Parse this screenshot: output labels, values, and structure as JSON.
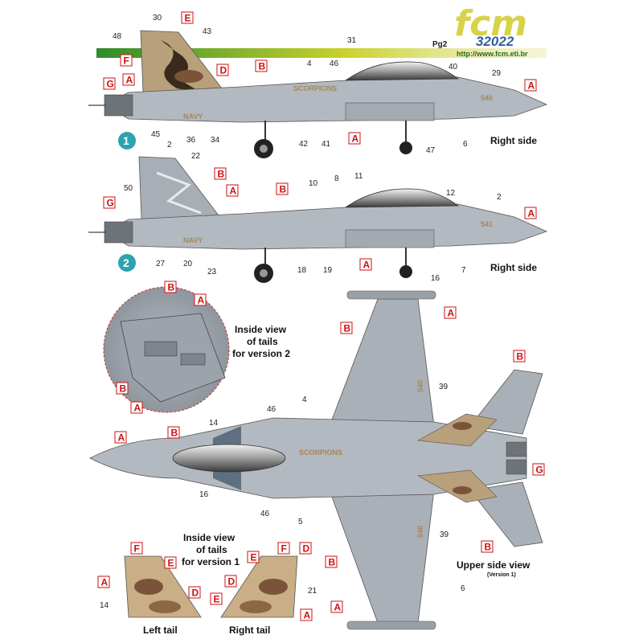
{
  "header": {
    "logo": "fcm",
    "product_code": "32022",
    "page": "Pg2",
    "url": "http://www.fcm.eti.br"
  },
  "profile1": {
    "badge": "1",
    "caption": "Right side",
    "tail_text": "",
    "squadron_text": "SCORPIONS",
    "navy_text": "NAVY",
    "modex": "540",
    "codes": [
      "E",
      "F",
      "D",
      "A",
      "B",
      "G",
      "A",
      "A"
    ],
    "nums": [
      "30",
      "48",
      "43",
      "31",
      "46",
      "4",
      "40",
      "29",
      "45",
      "36",
      "34",
      "42",
      "41",
      "47",
      "6"
    ]
  },
  "profile2": {
    "badge": "2",
    "caption": "Right side",
    "navy_text": "NAVY",
    "modex": "541",
    "codes": [
      "B",
      "A",
      "B",
      "G",
      "A",
      "A"
    ],
    "nums": [
      "2",
      "22",
      "50",
      "10",
      "8",
      "11",
      "12",
      "2",
      "27",
      "20",
      "23",
      "18",
      "19",
      "16",
      "7"
    ]
  },
  "inset_v2": {
    "caption_lines": [
      "Inside view",
      "of tails",
      "for version 2"
    ],
    "codes": [
      "B",
      "A",
      "B",
      "A"
    ]
  },
  "top_view": {
    "caption": "Upper side view",
    "subcaption": "(Version 1)",
    "modex_upper": "540",
    "modex_lower": "540",
    "squadron_text": "SCORPIONS",
    "codes": [
      "A",
      "B",
      "B",
      "A",
      "B",
      "G",
      "B",
      "B",
      "A"
    ],
    "nums": [
      "39",
      "14",
      "46",
      "4",
      "16",
      "46",
      "5",
      "39",
      "6"
    ]
  },
  "tails_v1": {
    "caption_lines": [
      "Inside view",
      "of tails",
      "for version 1"
    ],
    "left_caption": "Left tail",
    "right_caption": "Right tail",
    "left_codes": [
      "F",
      "E",
      "A",
      "D"
    ],
    "left_nums": [
      "14"
    ],
    "right_codes": [
      "E",
      "F",
      "D",
      "D",
      "E",
      "A"
    ],
    "right_nums": [
      "21"
    ]
  },
  "colors": {
    "code_box_border": "#cc1111",
    "code_text": "#cc1111",
    "aircraft_gray": "#b3b9c0",
    "tan": "#b8a07a",
    "brown": "#7a5438",
    "badge": "#2ea3b0",
    "logo_yellow": "#d8d24a",
    "bar_green": "#2e8b2e"
  }
}
